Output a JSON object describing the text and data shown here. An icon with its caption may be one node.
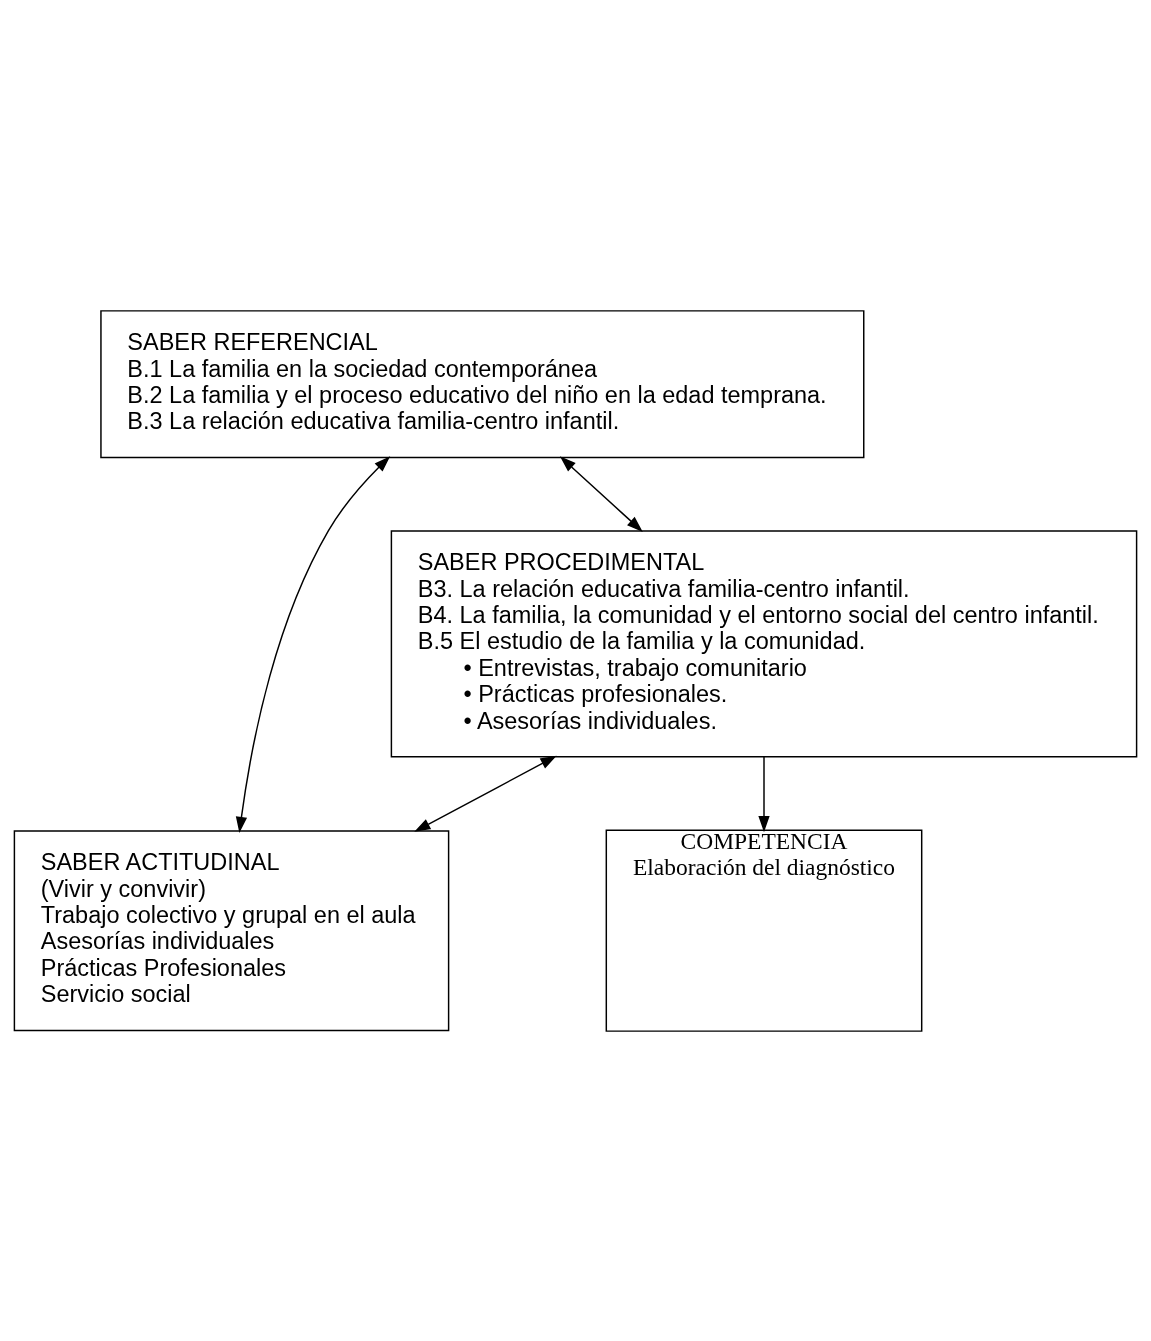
{
  "diagram": {
    "nodes": [
      {
        "text": [
          "SABER REFERENCIAL",
          "B.1 La familia en la sociedad contemporánea",
          "B.2 La familia y el proceso educativo del niño en la edad temprana.",
          "B.3 La relación educativa familia-centro infantil."
        ]
      },
      {
        "text": [
          "SABER PROCEDIMENTAL",
          "B3. La relación educativa familia-centro infantil.",
          "B4. La familia, la comunidad y el entorno social del centro infantil.",
          "B.5 El estudio de la familia y la comunidad.",
          "• Entrevistas, trabajo comunitario",
          "• Prácticas profesionales.",
          "• Asesorías individuales."
        ]
      },
      {
        "text": [
          "SABER ACTITUDINAL",
          "(Vivir y convivir)",
          "Trabajo colectivo y grupal en el aula",
          "Asesorías individuales",
          "Prácticas Profesionales",
          "Servicio social"
        ]
      },
      {
        "text": [
          "COMPETENCIA",
          "Elaboración del diagnóstico"
        ]
      }
    ],
    "edges": [
      {
        "from": 0,
        "to": 1,
        "arrow": "both"
      },
      {
        "from": 0,
        "to": 2,
        "arrow": "both"
      },
      {
        "from": 1,
        "to": 2,
        "arrow": "both"
      },
      {
        "from": 1,
        "to": 3,
        "arrow": "to"
      }
    ]
  }
}
